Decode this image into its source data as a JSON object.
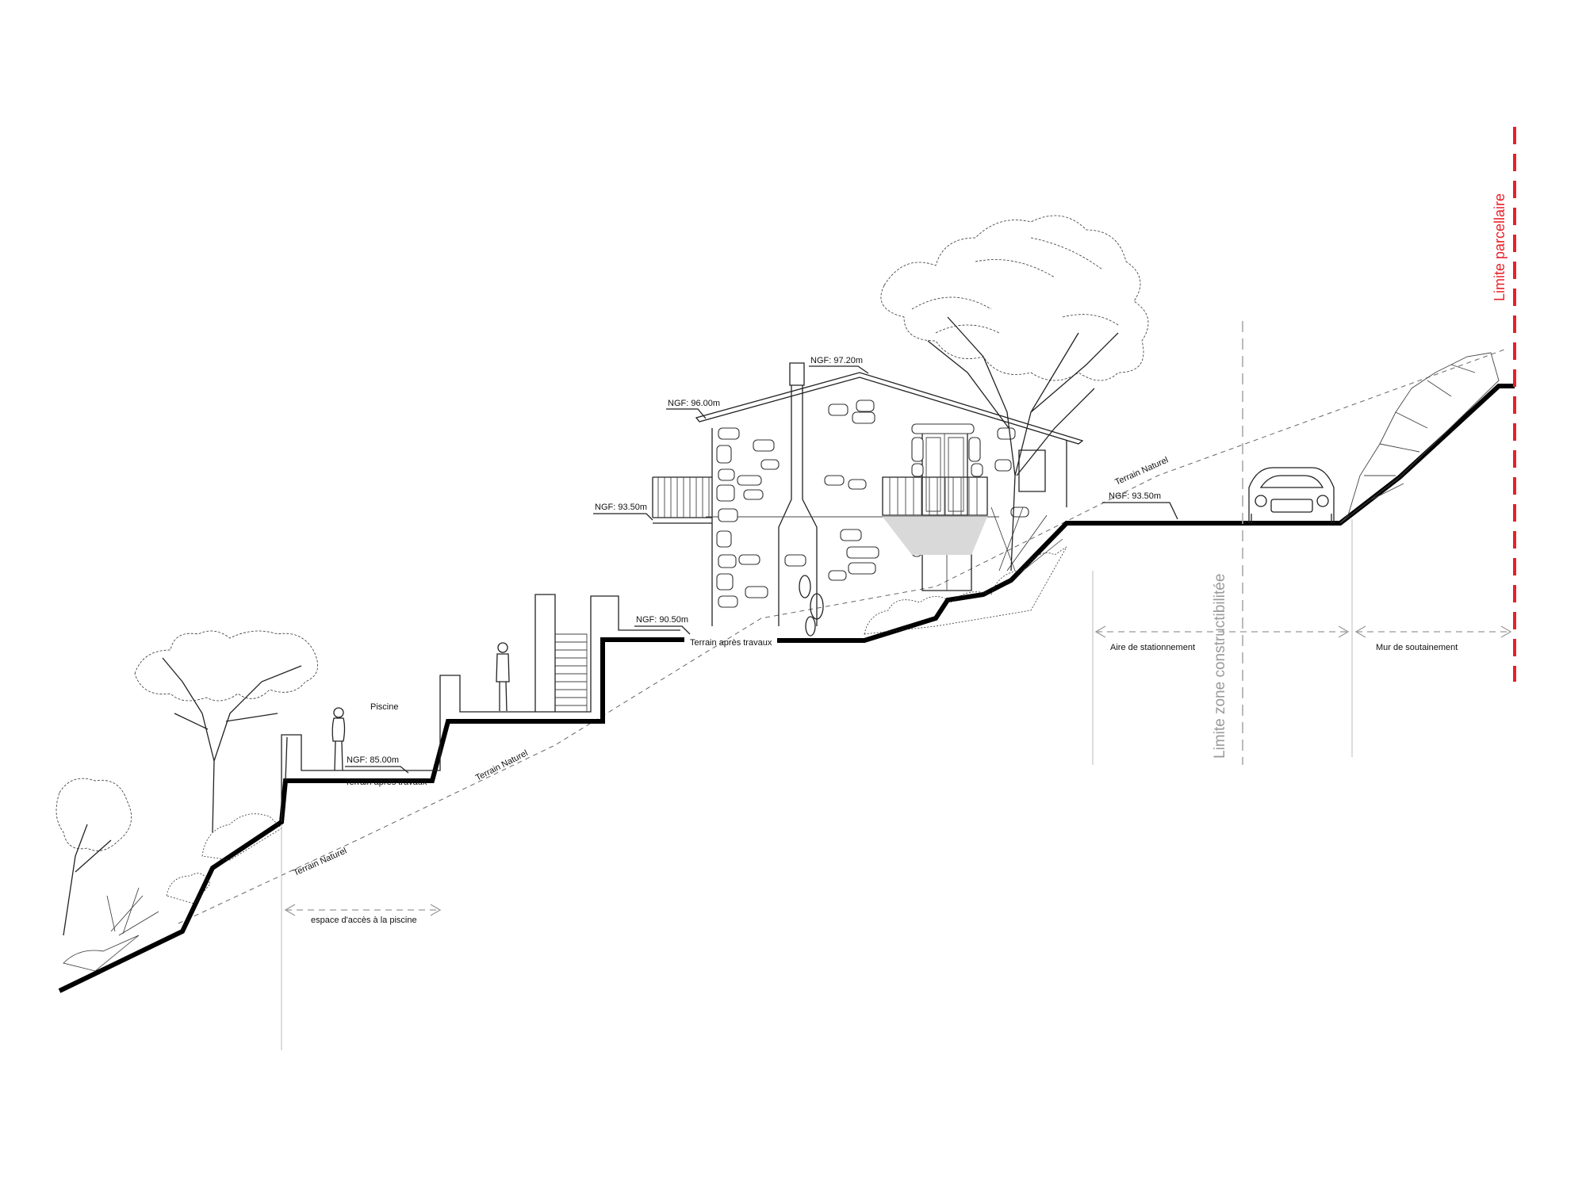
{
  "elevations": {
    "ridge": "NGF: 97.20m",
    "eave": "NGF: 96.00m",
    "floor_house": "NGF: 93.50m",
    "floor_parking": "NGF: 93.50m",
    "terrace": "NGF: 90.50m",
    "pool": "NGF: 85.00m"
  },
  "labels": {
    "piscine": "Piscine",
    "terrain_apres_1": "Terrain après travaux",
    "terrain_apres_2": "Terrain après travaux",
    "terrain_naturel_1": "Terrain Naturel",
    "terrain_naturel_2": "Terrain Naturel",
    "terrain_naturel_3": "Terrain Naturel",
    "espace_acces": "espace d'accès à la piscine",
    "aire_stationnement": "Aire de stationnement",
    "mur_soutainement": "Mur de soutainement",
    "limite_zone": "Limite  zone constructibilitée",
    "limite_parcellaire": "Limite parcellaire"
  },
  "colors": {
    "ground": "#000000",
    "property_limit": "#e8202a",
    "guide": "#9a9a9a"
  }
}
